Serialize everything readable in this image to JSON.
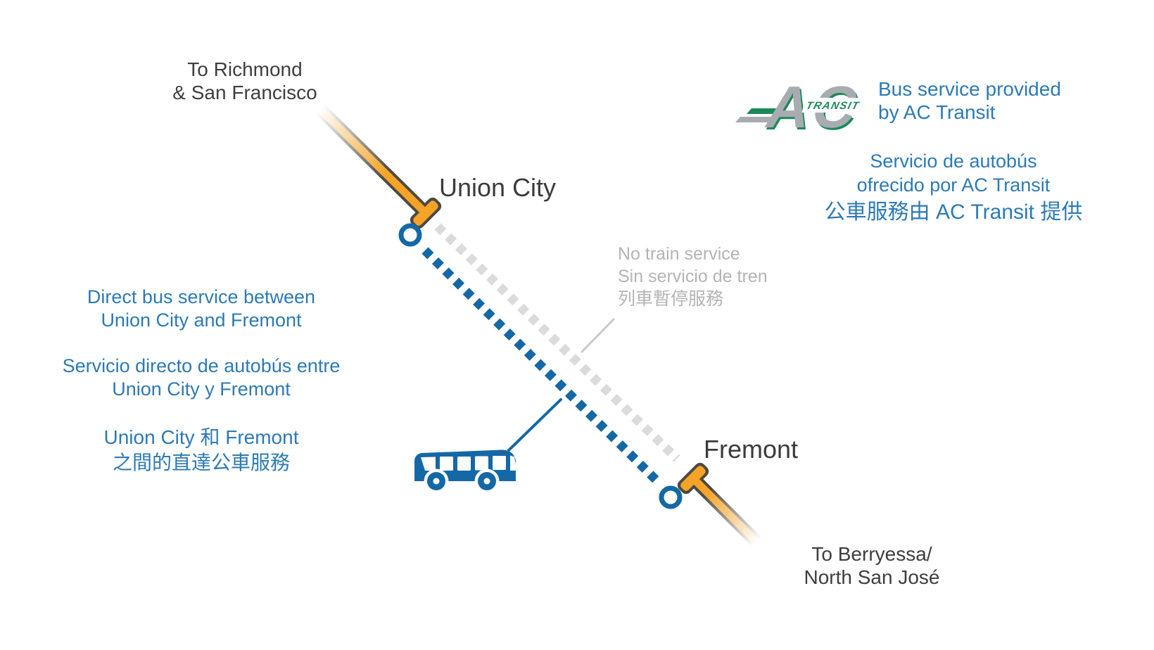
{
  "colors": {
    "blue": "#1468A6",
    "text_blue": "#2C7AB5",
    "orange": "#F7A327",
    "orange_outline": "#4C4B42",
    "dark_text": "#3E3E3E",
    "gray_dash": "#DBDBDB",
    "gray_text": "#B4B4B4",
    "callout_gray": "#C9C9C9",
    "logo_silver": "#A8ACB1",
    "logo_green": "#1B8A57"
  },
  "endpoints": {
    "richmond_line1": "To Richmond",
    "richmond_line2": "& San Francisco",
    "berryessa_line1": "To Berryessa/",
    "berryessa_line2": "North San José"
  },
  "stations": {
    "union_city": "Union City",
    "fremont": "Fremont"
  },
  "closure_note": {
    "en": "No train service",
    "es": "Sin servicio de tren",
    "zh": "列車暫停服務"
  },
  "bus_note": {
    "en1": "Direct bus service between",
    "en2": "Union City and Fremont",
    "es1": "Servicio directo de autobús entre",
    "es2": "Union City y Fremont",
    "zh1": "Union City 和 Fremont",
    "zh2": "之間的直達公車服務"
  },
  "provider": {
    "logo_ac": "AC",
    "logo_transit": "TRANSIT",
    "en1": "Bus service provided",
    "en2": "by AC Transit",
    "es1": "Servicio de autobús",
    "es2": "ofrecido por AC Transit",
    "zh": "公車服務由 AC Transit 提供"
  }
}
